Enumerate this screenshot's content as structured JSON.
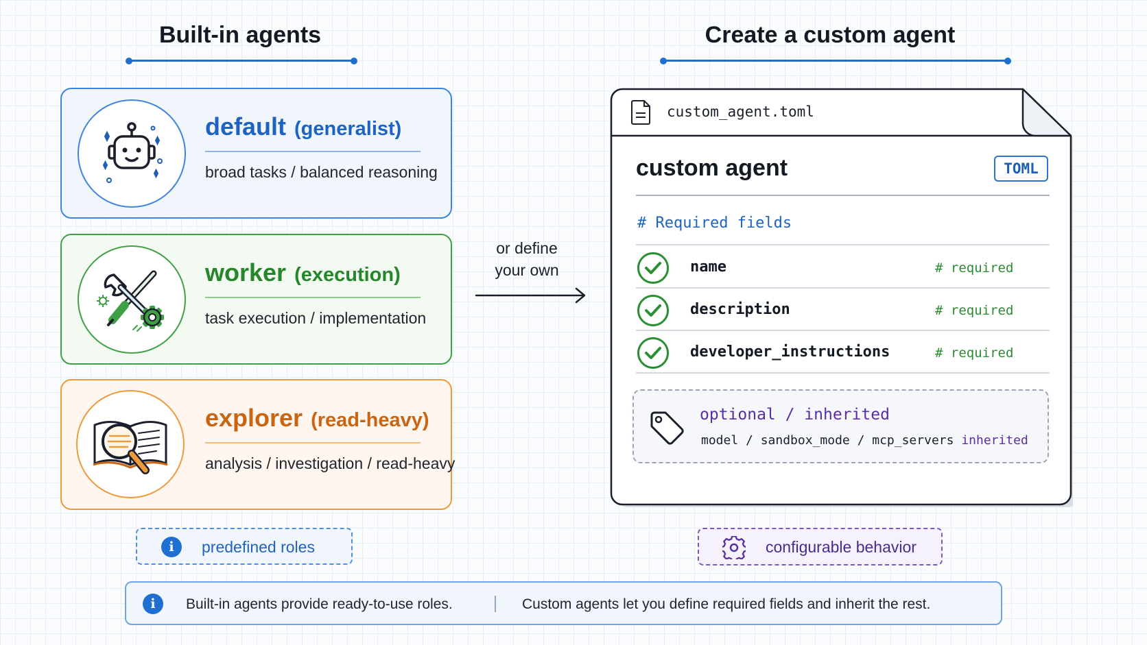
{
  "left_section": {
    "title": "Built-in agents"
  },
  "right_section": {
    "title": "Create a custom agent"
  },
  "agents": [
    {
      "name": "default",
      "qualifier": "(generalist)",
      "description": "broad tasks / balanced reasoning",
      "icon": "robot-icon",
      "color": "#1f63c0"
    },
    {
      "name": "worker",
      "qualifier": "(execution)",
      "description": "task execution / implementation",
      "icon": "tools-icon",
      "color": "#25862c"
    },
    {
      "name": "explorer",
      "qualifier": "(read-heavy)",
      "description": "analysis / investigation / read-heavy",
      "icon": "magnifier-book-icon",
      "color": "#c96512"
    }
  ],
  "connector": {
    "line1": "or define",
    "line2": "your own"
  },
  "custom_file": {
    "filename": "custom_agent.toml",
    "title": "custom agent",
    "format_badge": "TOML",
    "required_header": "# Required fields",
    "fields": [
      {
        "name": "name",
        "comment": "# required"
      },
      {
        "name": "description",
        "comment": "# required"
      },
      {
        "name": "developer_instructions",
        "comment": "# required"
      }
    ],
    "optional": {
      "title": "optional / inherited",
      "fields_text": "model / sandbox_mode / mcp_servers",
      "inherited_label": "inherited",
      "icon": "tag-icon"
    }
  },
  "tags": {
    "left": {
      "label": "predefined roles",
      "icon": "info-icon"
    },
    "right": {
      "label": "configurable behavior",
      "icon": "gear-icon"
    }
  },
  "footer": {
    "left_text": "Built-in agents provide ready-to-use roles.",
    "right_text": "Custom agents let you define required fields and inherit the rest.",
    "icon": "info-icon"
  },
  "colors": {
    "accent_blue": "#1f6fd1",
    "worker_green": "#3f9f44",
    "explorer_orange": "#ef9a3a",
    "optional_purple": "#5a2ea3"
  }
}
